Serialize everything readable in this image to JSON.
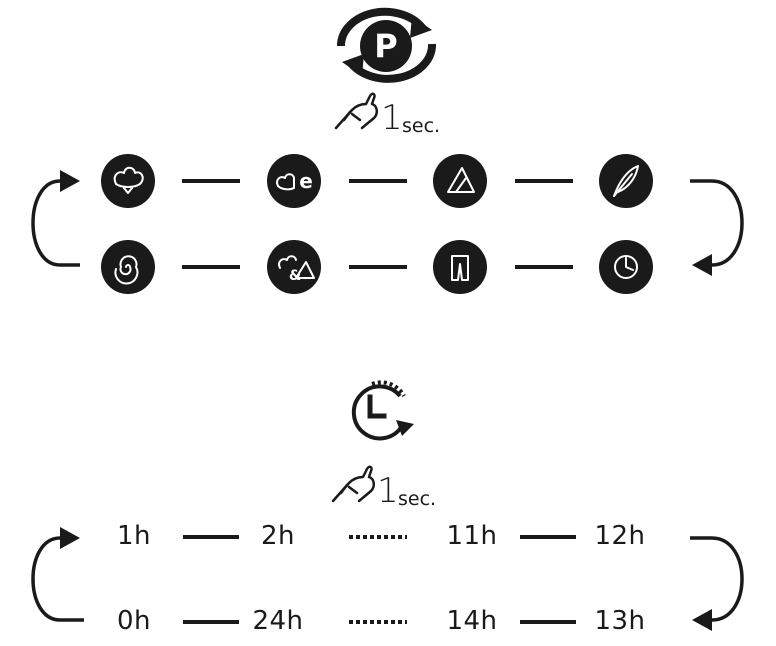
{
  "program_section": {
    "button_icon": "p-program-button-icon",
    "press_duration": {
      "number": "1",
      "unit": "sec."
    },
    "press_icon": "press-finger-icon",
    "top_row": [
      {
        "icon": "cotton-icon"
      },
      {
        "icon": "cotton-eco-icon"
      },
      {
        "icon": "synthetics-icon"
      },
      {
        "icon": "feather-icon"
      }
    ],
    "bottom_row": [
      {
        "icon": "spin-icon"
      },
      {
        "icon": "mixed-icon"
      },
      {
        "icon": "jeans-icon"
      },
      {
        "icon": "quick-timer-icon"
      }
    ]
  },
  "delay_section": {
    "button_icon": "delay-timer-icon",
    "press_duration": {
      "number": "1",
      "unit": "sec."
    },
    "press_icon": "press-finger-icon",
    "top_row": [
      "1h",
      "2h",
      "11h",
      "12h"
    ],
    "bottom_row": [
      "0h",
      "24h",
      "14h",
      "13h"
    ]
  },
  "colors": {
    "ink": "#1a1a1a",
    "background": "#ffffff"
  }
}
